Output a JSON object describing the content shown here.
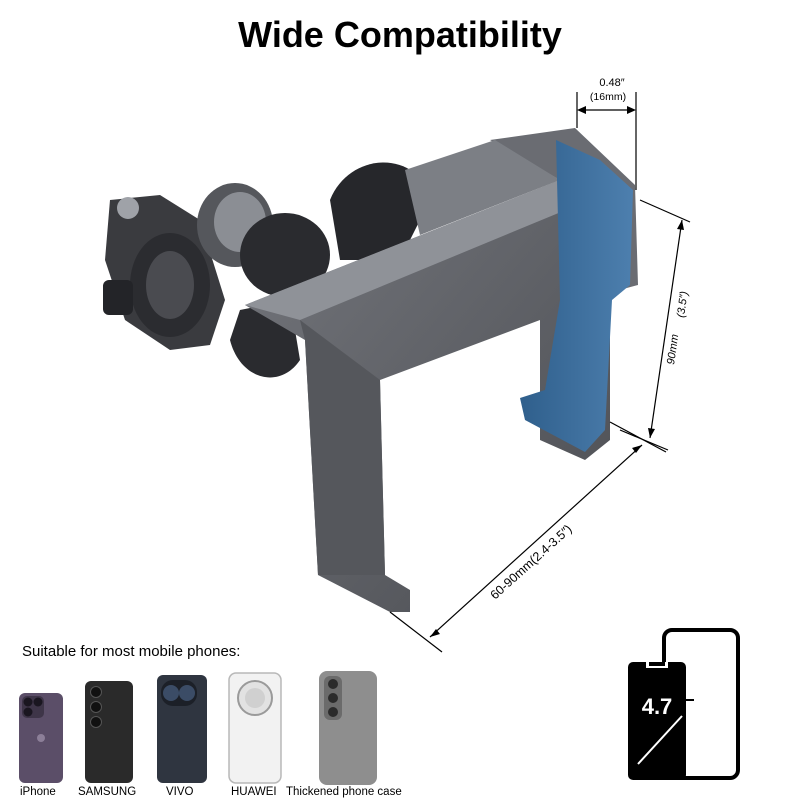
{
  "title": "Wide Compatibility",
  "dimensions": {
    "thickness_in": "0.48″",
    "thickness_mm": "(16mm)",
    "height_mm": "90mm",
    "height_in": "(3.5″)",
    "width_range": "60-90mm(2.4-3.5″)"
  },
  "subtitle": "Suitable for most mobile phones:",
  "phones": [
    {
      "label": "iPhone",
      "icon": "iphone-icon",
      "color": "#5b4e68"
    },
    {
      "label": "SAMSUNG",
      "icon": "samsung-phone-icon",
      "color": "#2a2a2a"
    },
    {
      "label": "VIVO",
      "icon": "vivo-phone-icon",
      "color": "#2f3540"
    },
    {
      "label": "HUAWEI",
      "icon": "huawei-phone-icon",
      "color": "#f2f2f2"
    },
    {
      "label": "Thickened phone case",
      "icon": "thick-case-phone-icon",
      "color": "#8e8e8e"
    }
  ],
  "screen_size": {
    "value": "4.7",
    "icon": "screen-size-icon"
  },
  "colors": {
    "grip_blue": "#3f6f9c",
    "body_gray": "#5e6066",
    "dark": "#1e1e1e"
  }
}
